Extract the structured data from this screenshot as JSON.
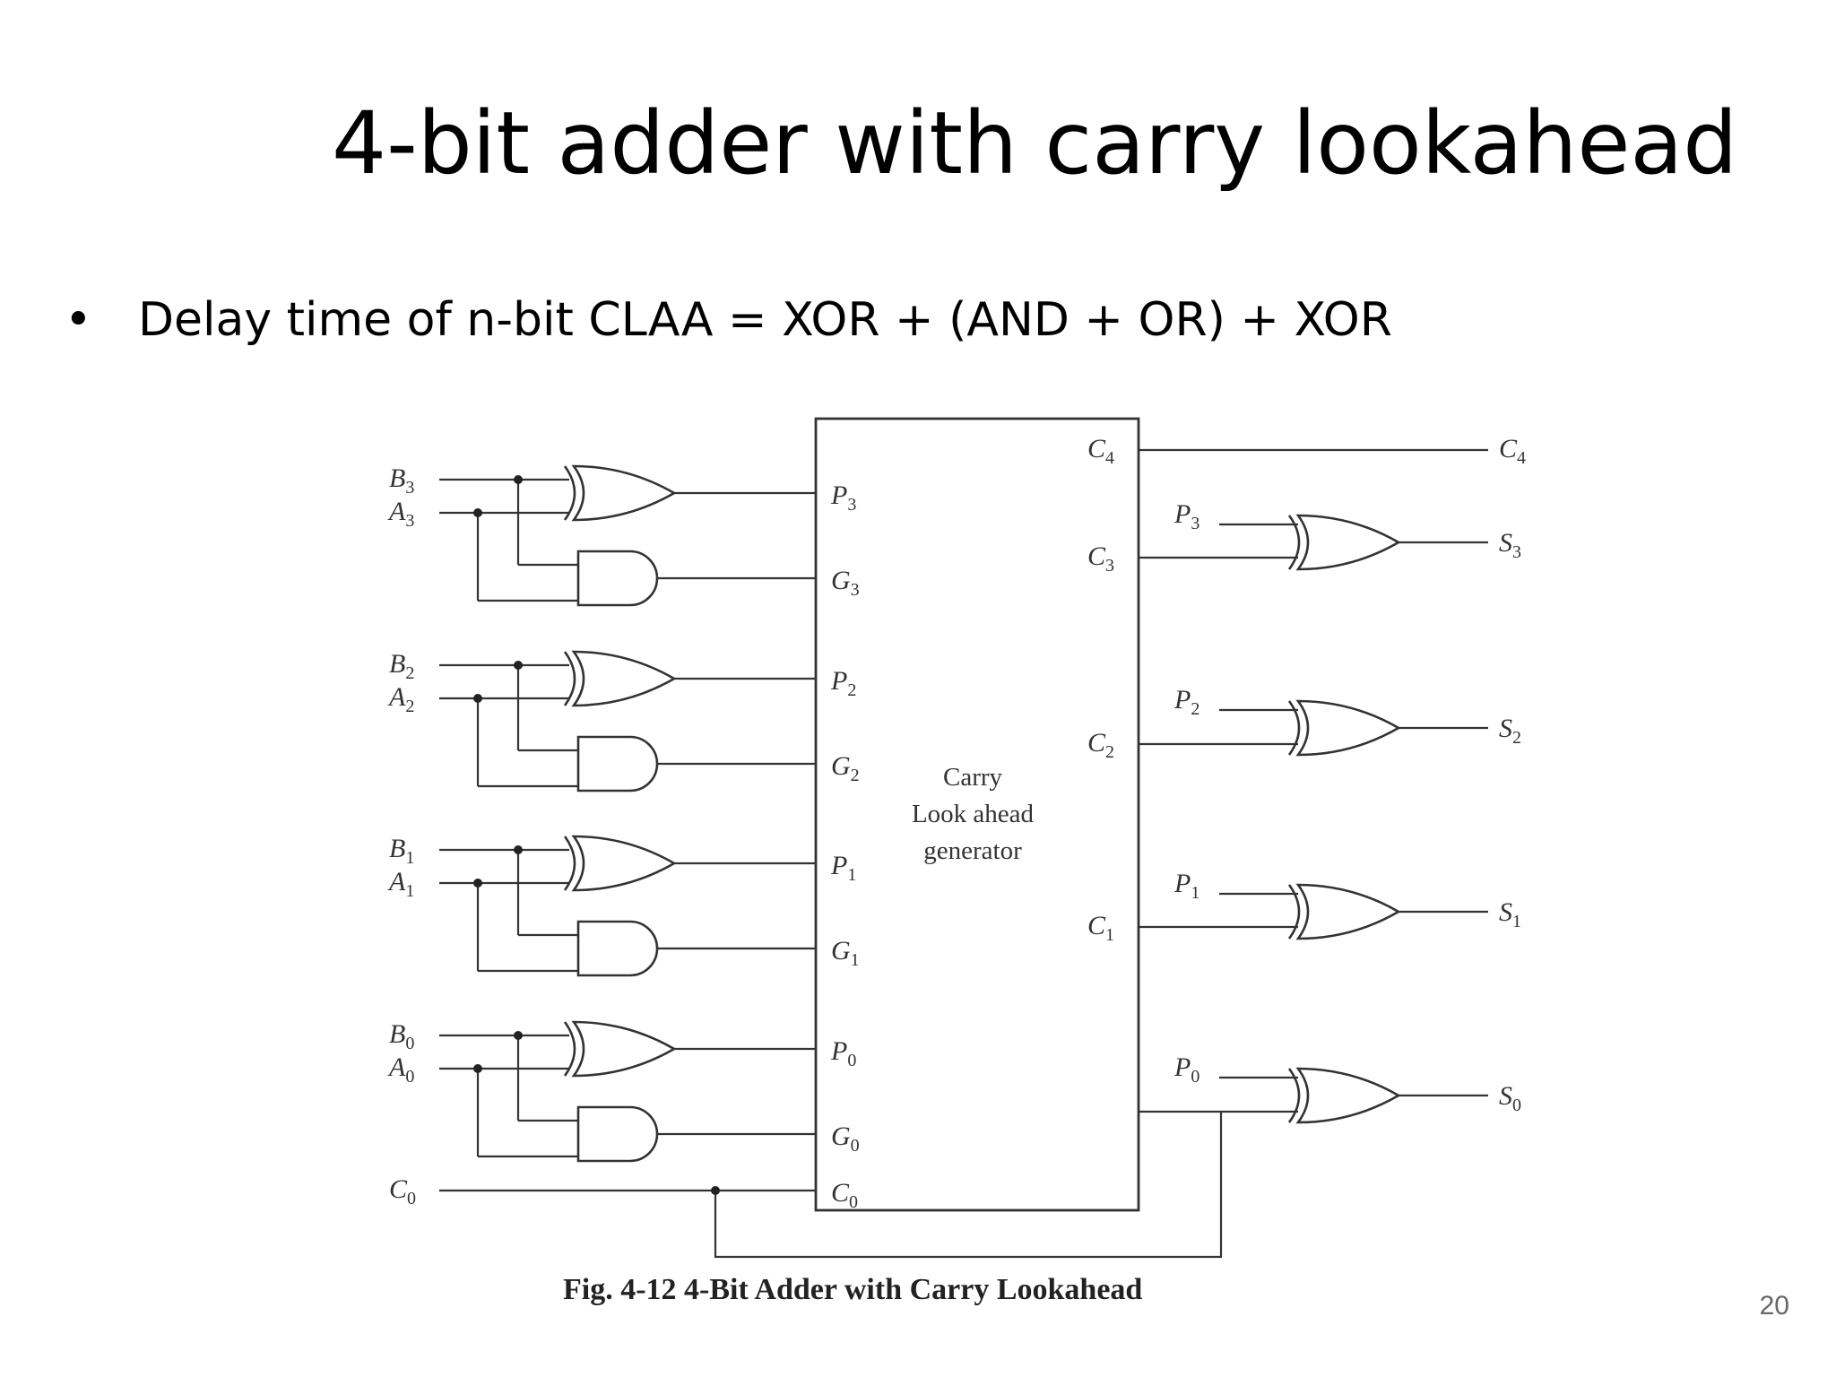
{
  "slide": {
    "title": "4-bit adder with carry lookahead",
    "bullet": "Delay time of n-bit CLAA = XOR + (AND + OR) + XOR",
    "caption": "Fig. 4-12  4-Bit Adder with Carry Lookahead",
    "page_number": "20"
  },
  "diagram": {
    "block_label_lines": [
      "Carry",
      "Look ahead",
      "generator"
    ],
    "left_inputs": [
      {
        "b": "B",
        "a": "A",
        "index": "3"
      },
      {
        "b": "B",
        "a": "A",
        "index": "2"
      },
      {
        "b": "B",
        "a": "A",
        "index": "1"
      },
      {
        "b": "B",
        "a": "A",
        "index": "0"
      }
    ],
    "carry_in": {
      "base": "C",
      "index": "0"
    },
    "block_inputs": [
      {
        "p": "P",
        "g": "G",
        "index": "3"
      },
      {
        "p": "P",
        "g": "G",
        "index": "2"
      },
      {
        "p": "P",
        "g": "G",
        "index": "1"
      },
      {
        "p": "P",
        "g": "G",
        "index": "0"
      }
    ],
    "block_carry_in": {
      "base": "C",
      "index": "0"
    },
    "block_outputs": [
      {
        "base": "C",
        "index": "4"
      },
      {
        "base": "C",
        "index": "3"
      },
      {
        "base": "C",
        "index": "2"
      },
      {
        "base": "C",
        "index": "1"
      }
    ],
    "carry_out": {
      "base": "C",
      "index": "4"
    },
    "sum_stages": [
      {
        "p": "P",
        "s": "S",
        "index": "3"
      },
      {
        "p": "P",
        "s": "S",
        "index": "2"
      },
      {
        "p": "P",
        "s": "S",
        "index": "1"
      },
      {
        "p": "P",
        "s": "S",
        "index": "0"
      }
    ]
  }
}
